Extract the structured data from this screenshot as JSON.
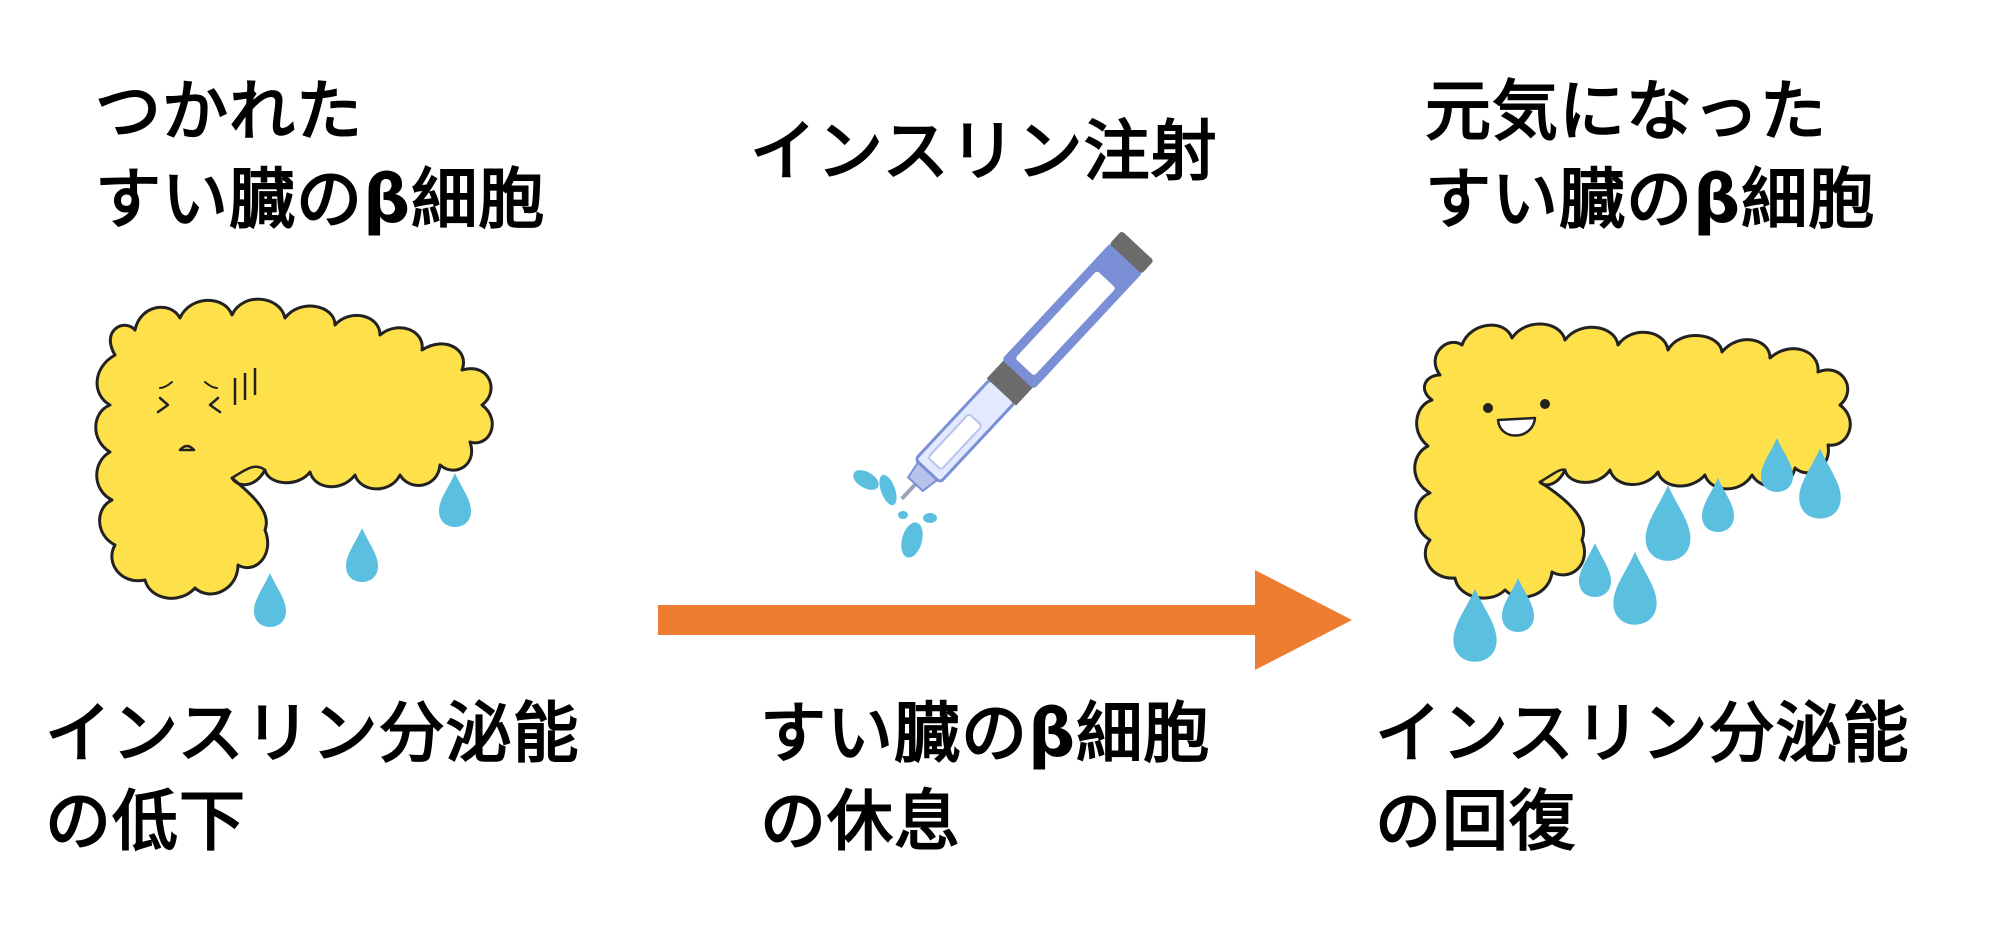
{
  "colors": {
    "background": "#ffffff",
    "text": "#000000",
    "pancreas_fill": "#fde04a",
    "pancreas_outline": "#222222",
    "drop_fill": "#5bbfe0",
    "arrow": "#ed7d31",
    "pen_body": "#7b8fd6",
    "pen_cap": "#6b6b6b",
    "pen_clear": "#e3eaff"
  },
  "icons": [
    "tired-pancreas",
    "insulin-pen",
    "happy-pancreas",
    "water-drop",
    "right-arrow"
  ],
  "left": {
    "title_line1": "つかれた",
    "title_line2": "すい臓のβ細胞",
    "caption_line1": "インスリン分泌能",
    "caption_line2": "の低下"
  },
  "middle": {
    "title": "インスリン注射",
    "caption_line1": "すい臓のβ細胞",
    "caption_line2": "の休息"
  },
  "right": {
    "title_line1": "元気になった",
    "title_line2": "すい臓のβ細胞",
    "caption_line1": "インスリン分泌能",
    "caption_line2": "の回復"
  }
}
